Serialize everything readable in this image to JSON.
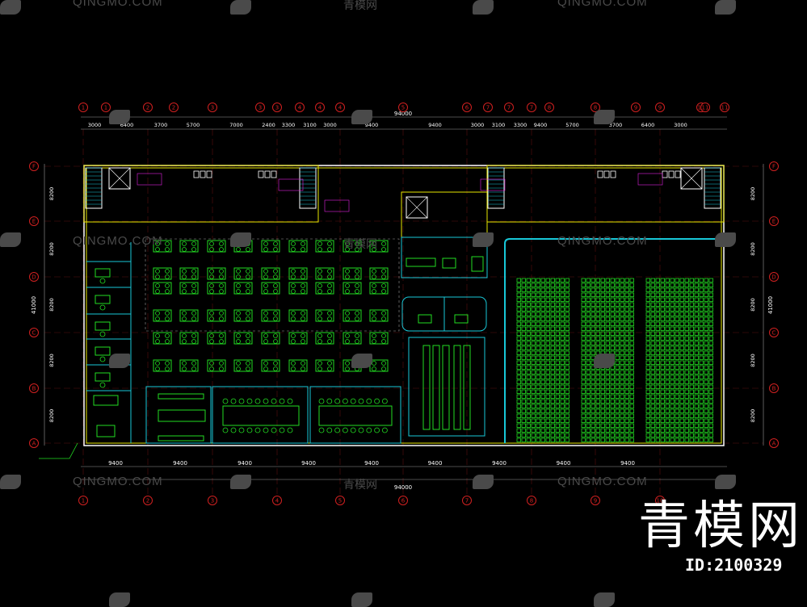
{
  "top_axes": [
    "1",
    "1",
    "2",
    "2",
    "3",
    "3",
    "3",
    "4",
    "4",
    "4",
    "5",
    "6",
    "7",
    "7",
    "7",
    "8",
    "8",
    "9",
    "9",
    "10",
    "11",
    "11"
  ],
  "top_dims": [
    "3000",
    "6400",
    "3700",
    "5700",
    "7000",
    "2400",
    "3300",
    "3100",
    "3000",
    "9400",
    "9400",
    "3000",
    "3100",
    "3300",
    "9400",
    "5700",
    "3700",
    "6400",
    "3000"
  ],
  "top_total": "94000",
  "bottom_axes": [
    "1",
    "2",
    "3",
    "4",
    "5",
    "6",
    "7",
    "8",
    "9",
    "10"
  ],
  "bottom_dims": [
    "9400",
    "9400",
    "9400",
    "9400",
    "9400",
    "9400",
    "9400",
    "9400",
    "9400"
  ],
  "bottom_total": "94000",
  "row_axes": [
    "F",
    "E",
    "D",
    "C",
    "B",
    "A"
  ],
  "row_dims": [
    "8200",
    "8200",
    "8200",
    "8200",
    "8200"
  ],
  "row_total": "41000",
  "brand_text": "青模网",
  "id_text": "ID:2100329",
  "watermark_text": "QINGMO.COM",
  "watermark_cn": "青模网"
}
